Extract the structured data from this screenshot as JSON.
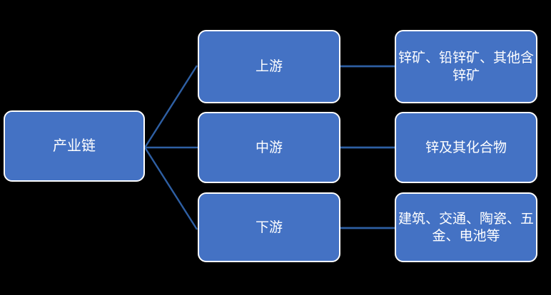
{
  "diagram": {
    "background_color": "#000000",
    "node_fill_color": "#4472C4",
    "node_border_color": "#FFFFFF",
    "connector_color": "#2E5FA3",
    "text_color": "#FFFFFF",
    "root": {
      "label": "产业链"
    },
    "stages": [
      {
        "name": "upstream",
        "label": "上游",
        "detail": "锌矿、铅锌矿、其他含锌矿"
      },
      {
        "name": "midstream",
        "label": "中游",
        "detail": "锌及其化合物"
      },
      {
        "name": "downstream",
        "label": "下游",
        "detail": "建筑、交通、陶瓷、五金、电池等"
      }
    ]
  }
}
